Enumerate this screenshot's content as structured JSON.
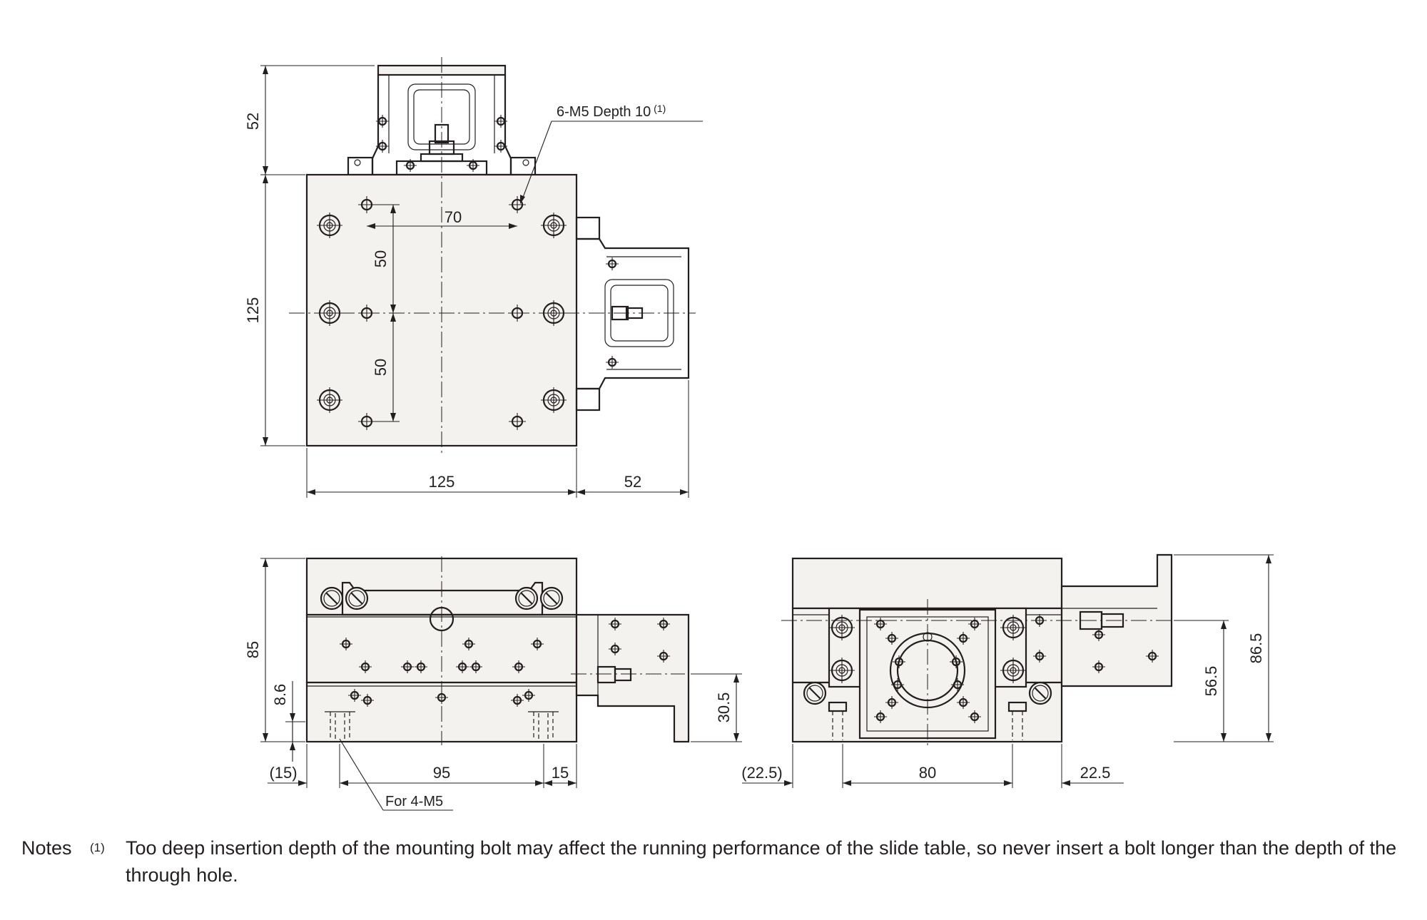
{
  "top_view": {
    "dims": {
      "d52_top": "52",
      "d125_left": "125",
      "d70": "70",
      "d50_upper": "50",
      "d50_lower": "50",
      "d125_bottom": "125",
      "d52_right": "52"
    },
    "callout_hole": "6-M5 Depth 10",
    "callout_hole_ref": "1"
  },
  "front_view": {
    "dims": {
      "d85": "85",
      "d8_6": "8.6",
      "d30_5": "30.5",
      "d15_paren": "(15)",
      "d95": "95",
      "d15": "15"
    },
    "callout_mount": "For 4-M5"
  },
  "side_view": {
    "dims": {
      "d22_5_paren": "(22.5)",
      "d80": "80",
      "d22_5": "22.5",
      "d56_5": "56.5",
      "d86_5": "86.5"
    }
  },
  "notes": {
    "label": "Notes",
    "ref": "1",
    "text": "Too deep insertion depth of the mounting bolt may affect the running performance of the slide table, so never insert a bolt longer than the depth of the through hole."
  },
  "colors": {
    "line": "#231f20",
    "background": "#ffffff"
  }
}
